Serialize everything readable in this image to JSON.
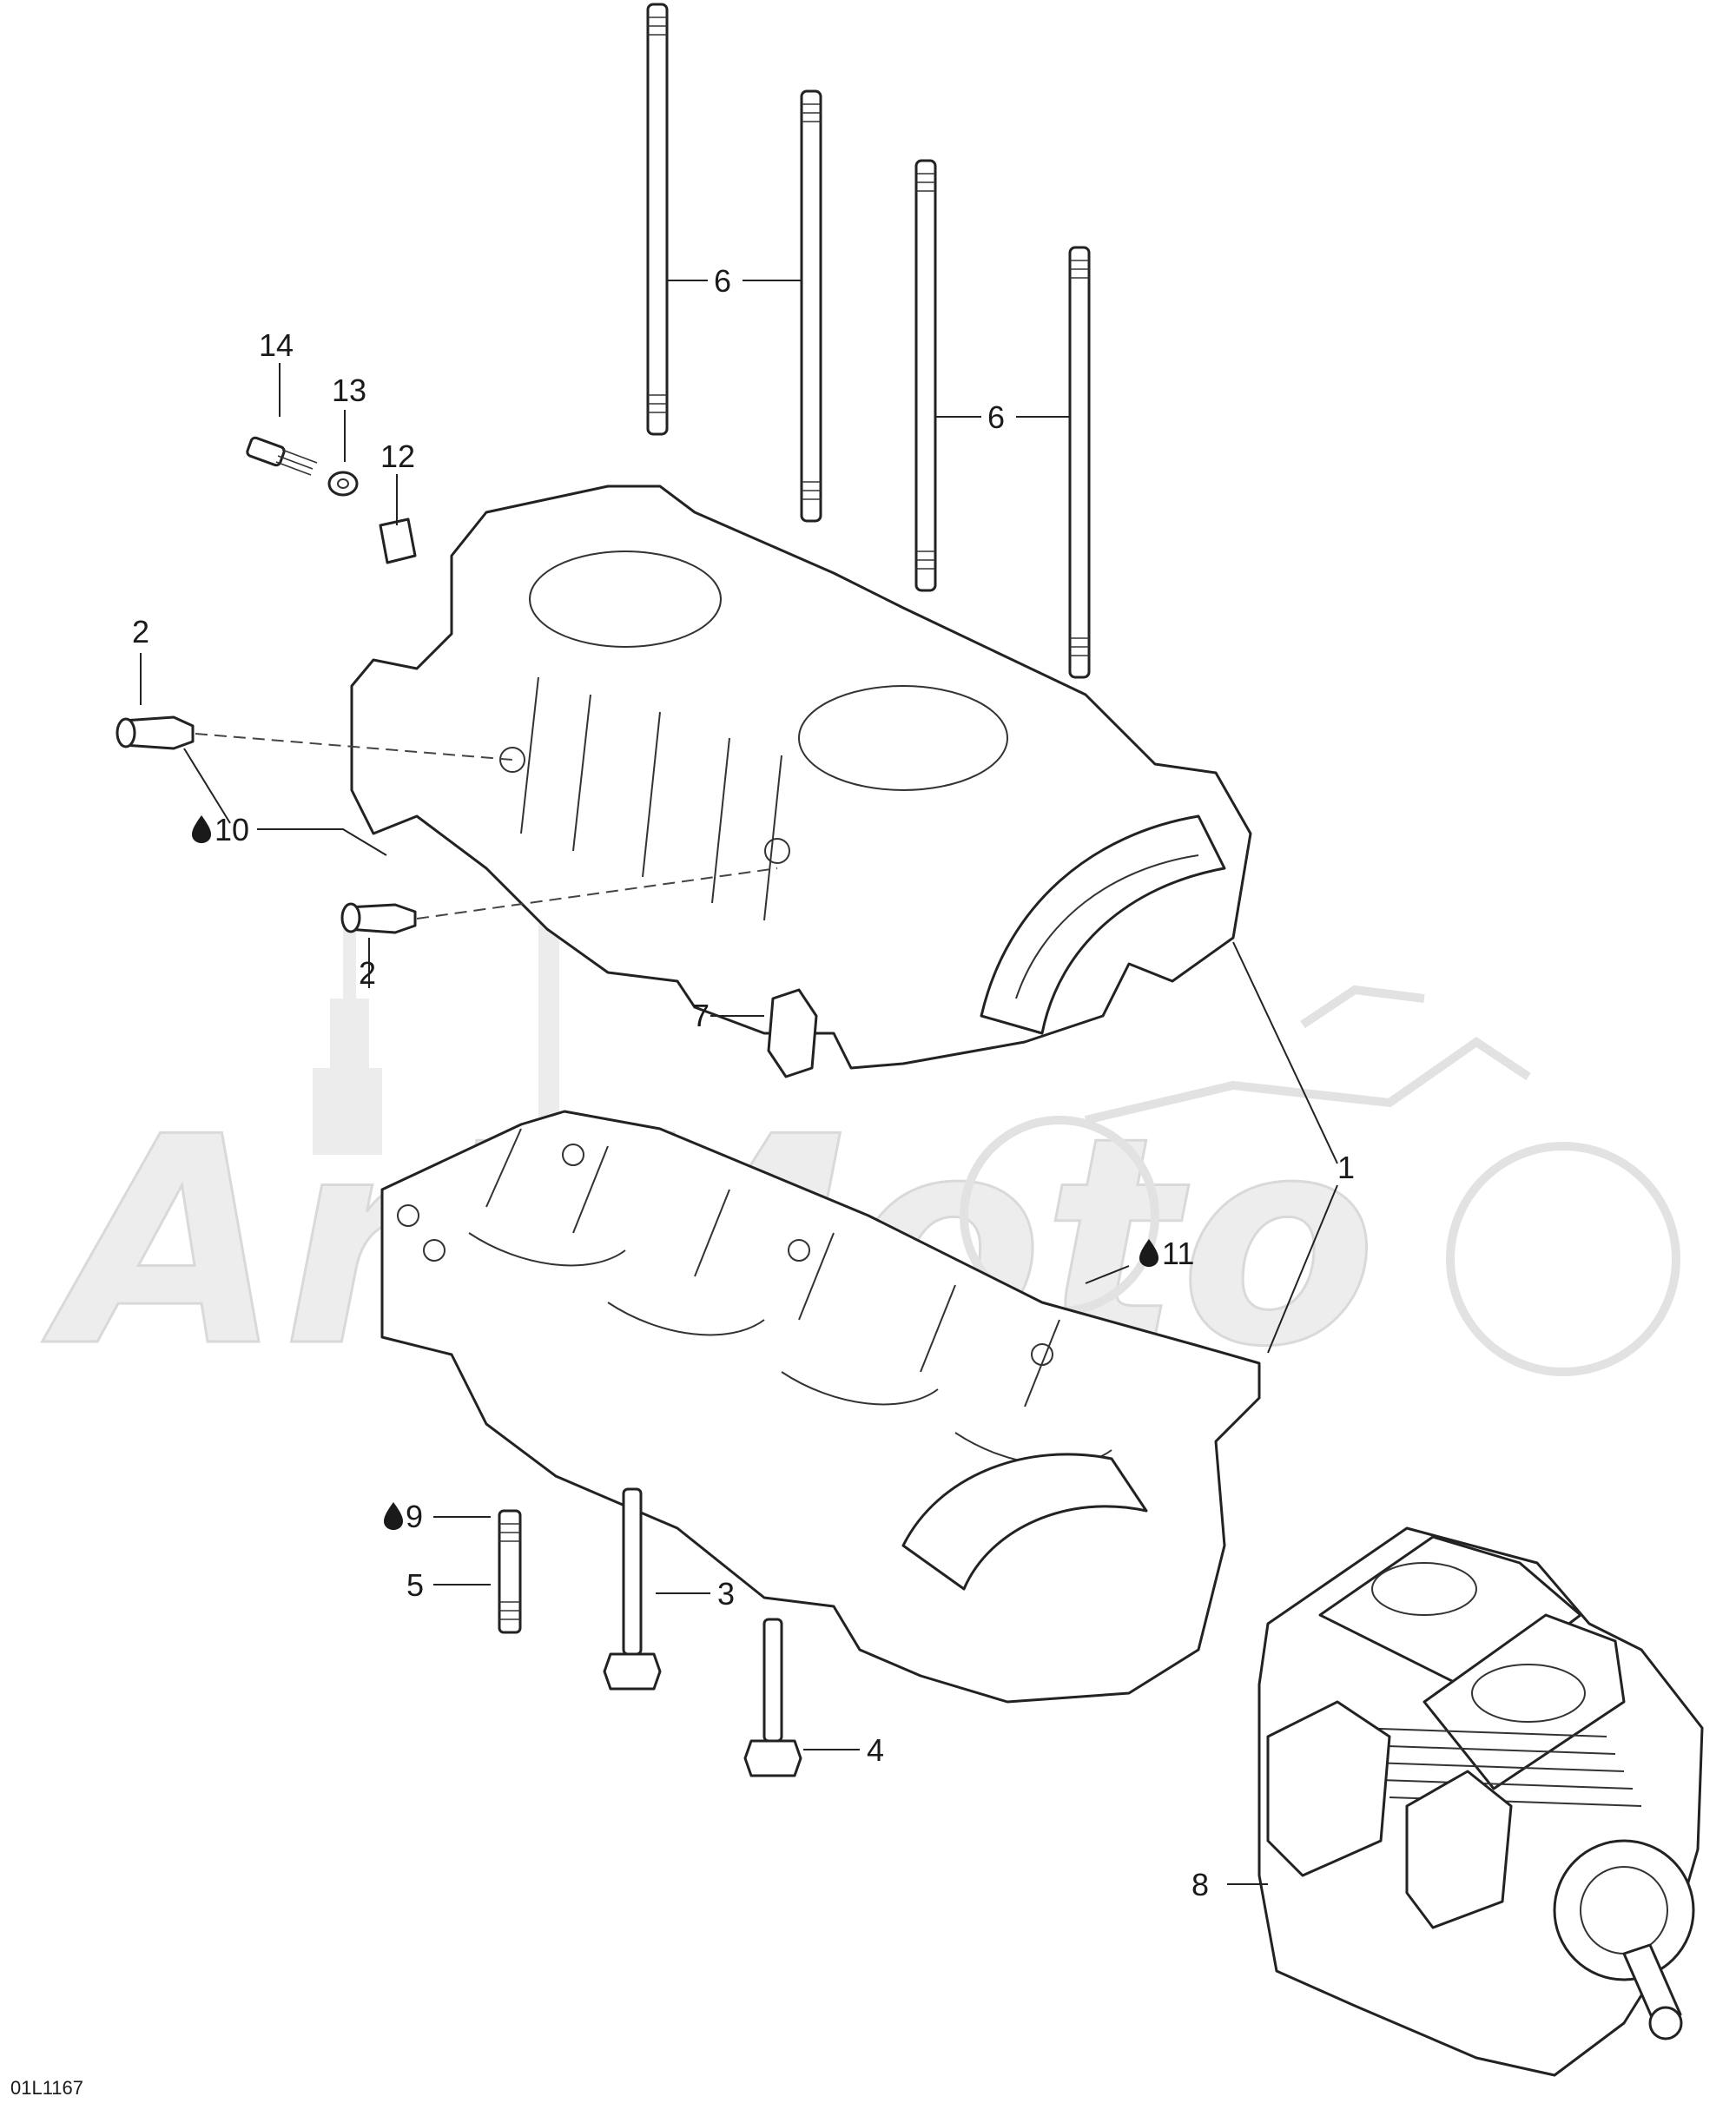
{
  "watermark": {
    "text": "ArtMoto",
    "color": "#ededed"
  },
  "figure_code": "01L1167",
  "oil_icon": "oil-drop-icon",
  "callouts": {
    "c1": "1",
    "c2a": "2",
    "c2b": "2",
    "c3": "3",
    "c4": "4",
    "c5": "5",
    "c6a": "6",
    "c6b": "6",
    "c7": "7",
    "c8": "8",
    "c9": "9",
    "c10": "10",
    "c11": "11",
    "c12": "12",
    "c13": "13",
    "c14": "14"
  }
}
